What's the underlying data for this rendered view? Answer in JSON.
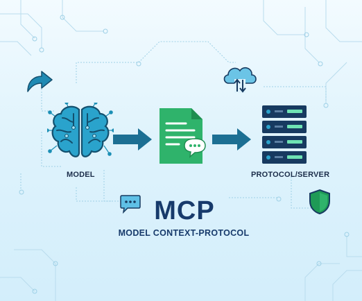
{
  "diagram": {
    "nodes": {
      "model": {
        "label": "MODEL",
        "icon": "brain-icon"
      },
      "context": {
        "icon": "document-chat-icon"
      },
      "server": {
        "label": "PROTOCOL/SERVER",
        "icon": "server-rack-icon"
      }
    },
    "title": "MCP",
    "subtitle": "MODEL CONTEXT-PROTOCOL",
    "decorations": [
      "curved-arrow-icon",
      "cloud-sync-icon",
      "shield-check-icon",
      "chat-bubble-icon"
    ]
  },
  "colors": {
    "background": "#e4f5fd",
    "brain": "#1c8fb5",
    "arrow": "#1c6f93",
    "document": "#2fb36b",
    "server": "#173a60",
    "server_led": "#6fe3b4",
    "title": "#173a6b",
    "shield": "#1f9a56"
  }
}
